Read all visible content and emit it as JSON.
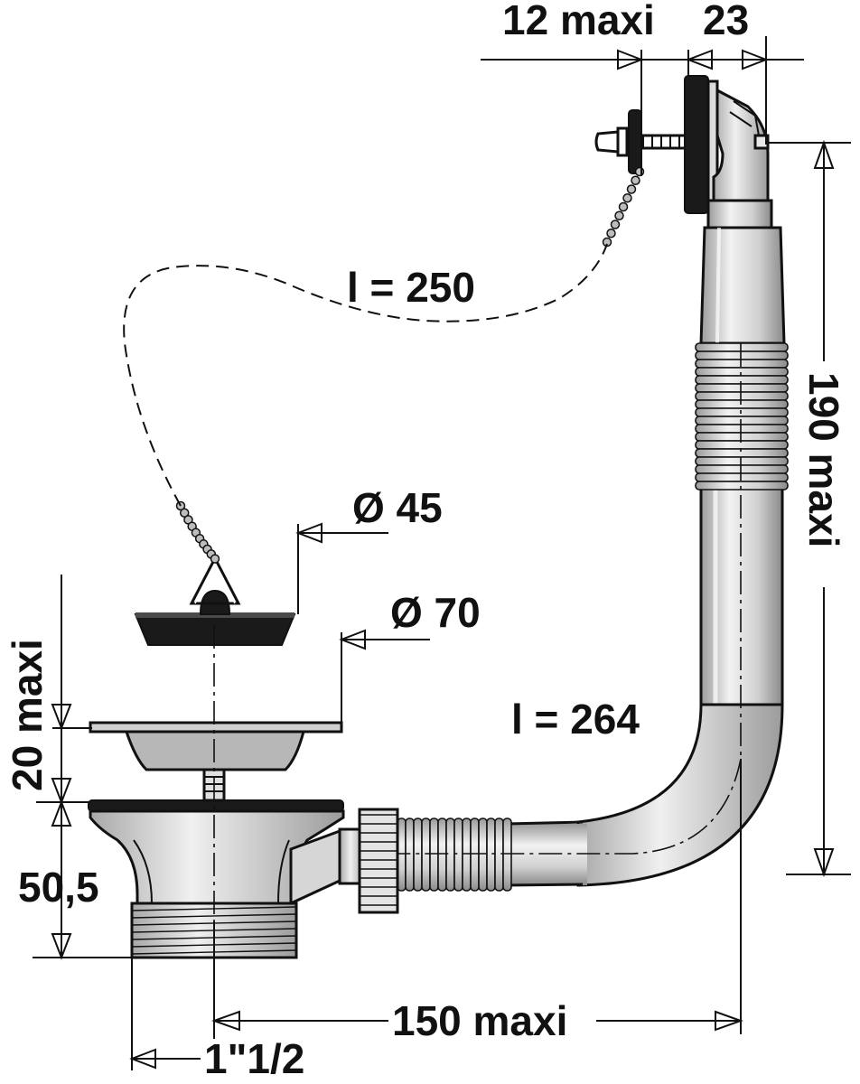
{
  "diagram": {
    "labels": {
      "d12_maxi": "12 maxi",
      "d23": "23",
      "chain_length": "l = 250",
      "d190_maxi": "190 maxi",
      "phi45": "Ø 45",
      "phi70": "Ø 70",
      "d20_maxi": "20 maxi",
      "hose_length": "l = 264",
      "d50_5": "50,5",
      "d150_maxi": "150 maxi",
      "thread": "1\"1/2"
    },
    "colors": {
      "ink": "#111111",
      "metal_light": "#cfcfcf",
      "metal_mid": "#b5b5b5",
      "rubber": "#1a1a1a",
      "paper": "#ffffff"
    }
  }
}
